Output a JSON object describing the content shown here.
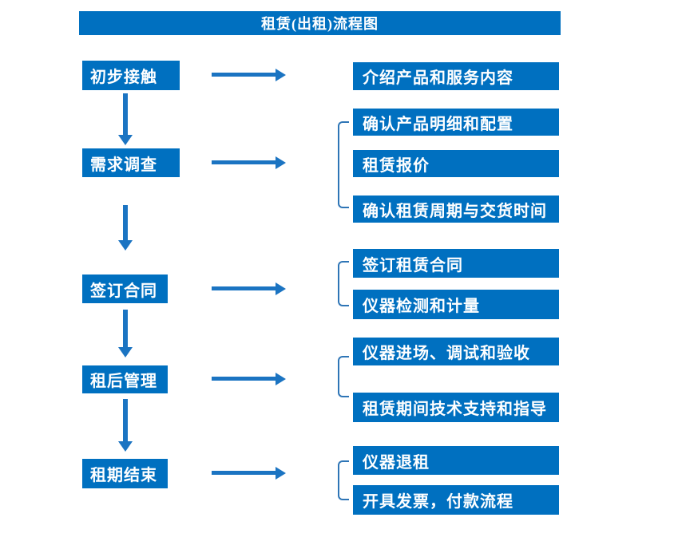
{
  "title": "租赁(出租)流程图",
  "colors": {
    "primary_blue": "#0070C0",
    "arrow_blue": "#1B74C2",
    "bracket_blue": "#2E75B6",
    "text": "#FFFFFF",
    "background": "#FFFFFF"
  },
  "flow": {
    "steps": [
      {
        "label": "初步接触",
        "details": [
          "介绍产品和服务内容"
        ]
      },
      {
        "label": "需求调查",
        "details": [
          "确认产品明细和配置",
          "租赁报价",
          "确认租赁周期与交货时间"
        ]
      },
      {
        "label": "签订合同",
        "details": [
          "签订租赁合同",
          "仪器检测和计量"
        ]
      },
      {
        "label": "租后管理",
        "details": [
          "仪器进场、调试和验收",
          "租赁期间技术支持和指导"
        ]
      },
      {
        "label": "租期结束",
        "details": [
          "仪器退租",
          "开具发票，付款流程"
        ]
      }
    ]
  }
}
